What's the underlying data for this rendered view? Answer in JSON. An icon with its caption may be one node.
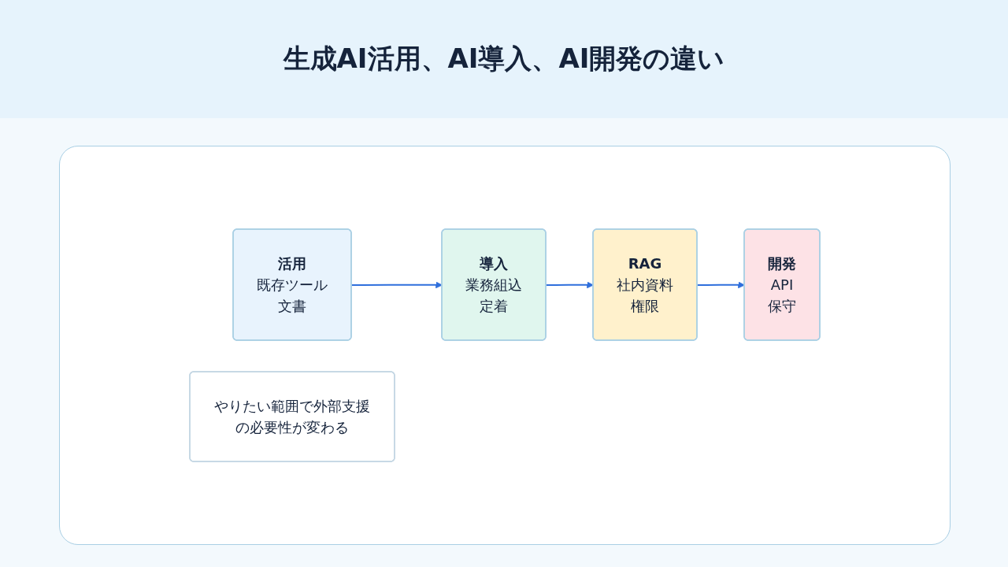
{
  "diagram": {
    "title": "生成AI活用、AI導入、AI開発の違い",
    "nodes": [
      {
        "text": [
          "活用",
          "既存ツール",
          "文書"
        ]
      },
      {
        "text": [
          "導入",
          "業務組込",
          "定着"
        ]
      },
      {
        "text": [
          "RAG",
          "社内資料",
          "権限"
        ]
      },
      {
        "text": [
          "開発",
          "API",
          "保守"
        ]
      },
      {
        "text": [
          "やりたい範囲で外部支援の必要性が変わる"
        ]
      }
    ],
    "edges": [
      {
        "from": 0,
        "to": 1,
        "arrow": "to"
      },
      {
        "from": 1,
        "to": 2,
        "arrow": "to"
      },
      {
        "from": 2,
        "to": 3,
        "arrow": "to"
      }
    ]
  }
}
